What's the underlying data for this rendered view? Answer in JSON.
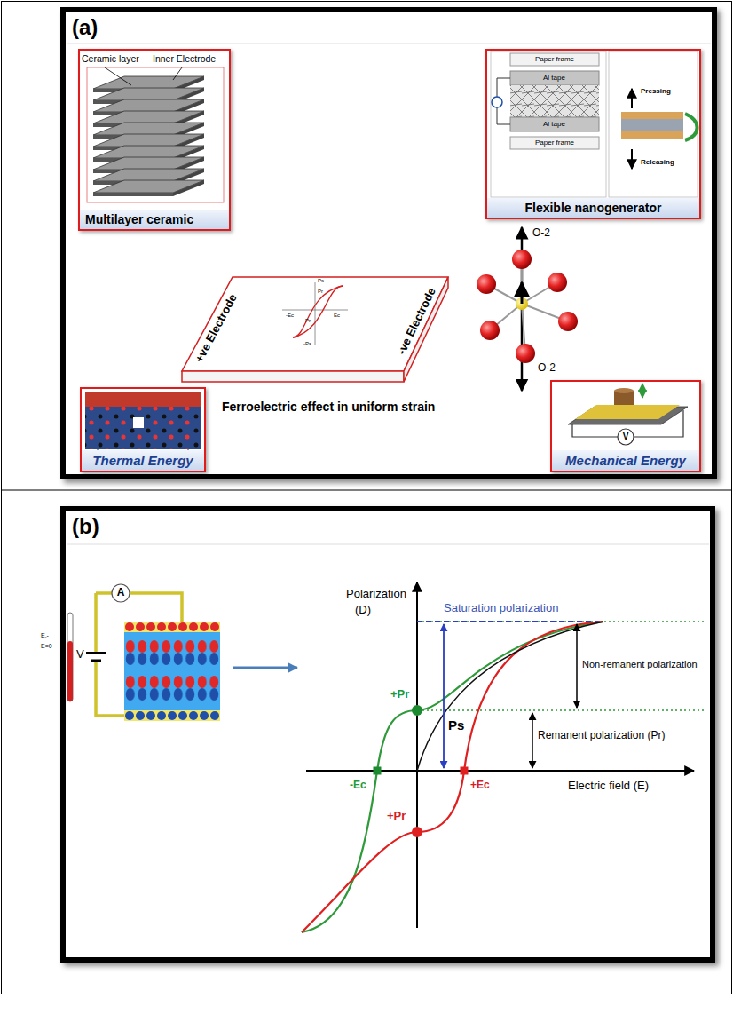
{
  "diagram": {
    "nodes": [
      {
        "text": [
          "(a)"
        ]
      },
      {
        "text": [
          "Multilayer ceramic"
        ],
        "in": 0
      },
      {
        "text": [
          "Flexible nanogenerator"
        ],
        "in": 0
      },
      {
        "text": [
          "Thermal Energy"
        ],
        "in": 0
      },
      {
        "text": [
          "Mechanical Energy"
        ],
        "in": 0
      },
      {
        "text": [
          "(b)"
        ]
      }
    ],
    "labels": [
      "Ceramic layer",
      "Inner Electrode",
      "Paper frame",
      "Al tape",
      "Al tape",
      "Paper frame",
      "Pressing",
      "Releasing",
      "Ps",
      "Pr",
      "-Ec",
      "Ec",
      "-Pr",
      "-Ps",
      "+ve Electrode",
      "-ve Electrode",
      "Ferroelectric effect in uniform strain",
      "O-2",
      "O-2",
      "V",
      "E,-",
      "E=0",
      "V",
      "A",
      "Polarization",
      "(D)",
      "Saturation polarization",
      "+Pr",
      "Ps",
      "Non-remanent polarization",
      "Remanent polarization (Pr)",
      "-Ec",
      "+Ec",
      "Electric field (E)",
      "+Pr"
    ]
  }
}
